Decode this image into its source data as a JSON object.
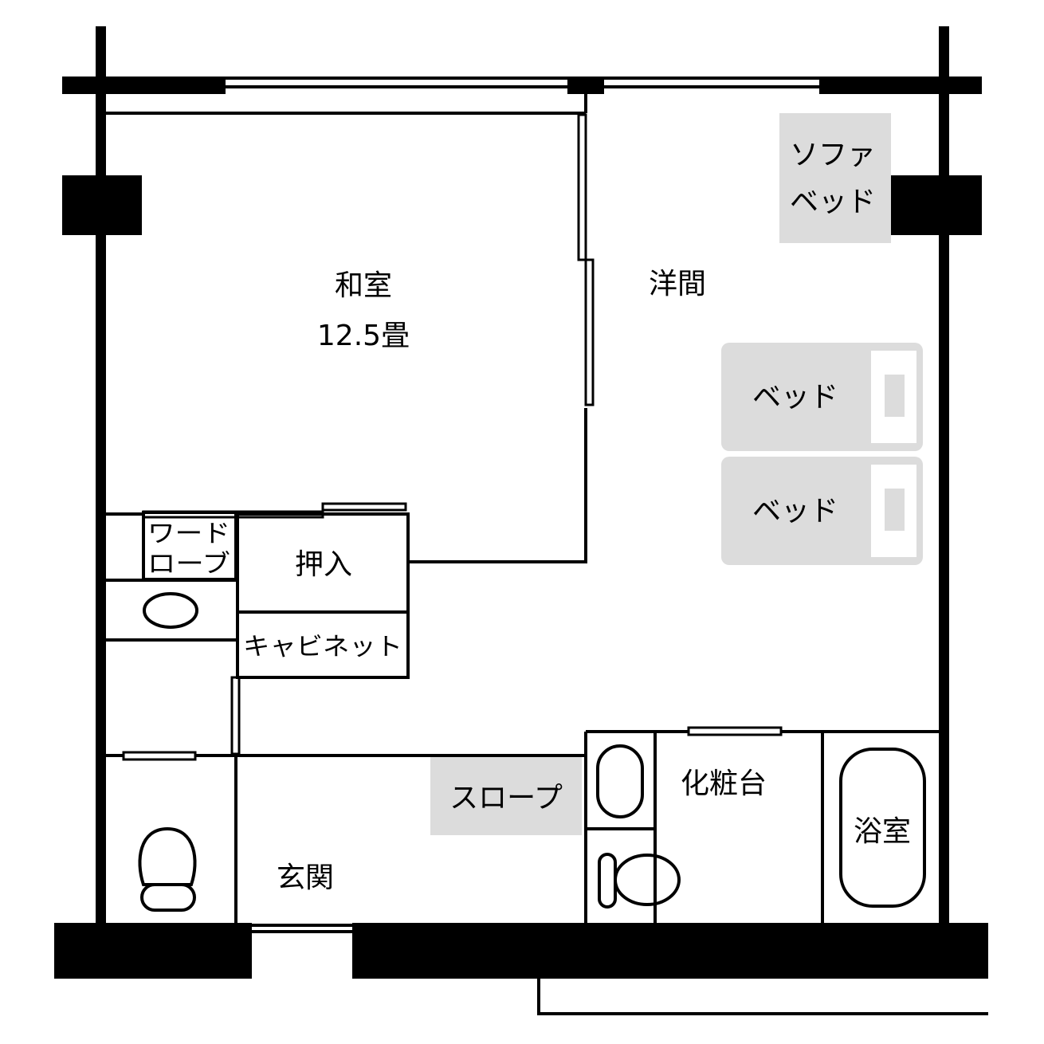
{
  "rooms": {
    "washitsu": "和室",
    "washitsu_size": "12.5畳",
    "yoma": "洋間",
    "oshiire": "押入",
    "cabinet": "キャビネット",
    "wardrobe_line1": "ワード",
    "wardrobe_line2": "ローブ",
    "genkan": "玄関",
    "slope": "スロープ",
    "vanity": "化粧台",
    "bathroom": "浴室",
    "sofabed_line1": "ソファ",
    "sofabed_line2": "ベッド",
    "bed1": "ベッド",
    "bed2": "ベッド"
  },
  "colors": {
    "wall": "#000000",
    "furniture": "#dcdcdc"
  }
}
